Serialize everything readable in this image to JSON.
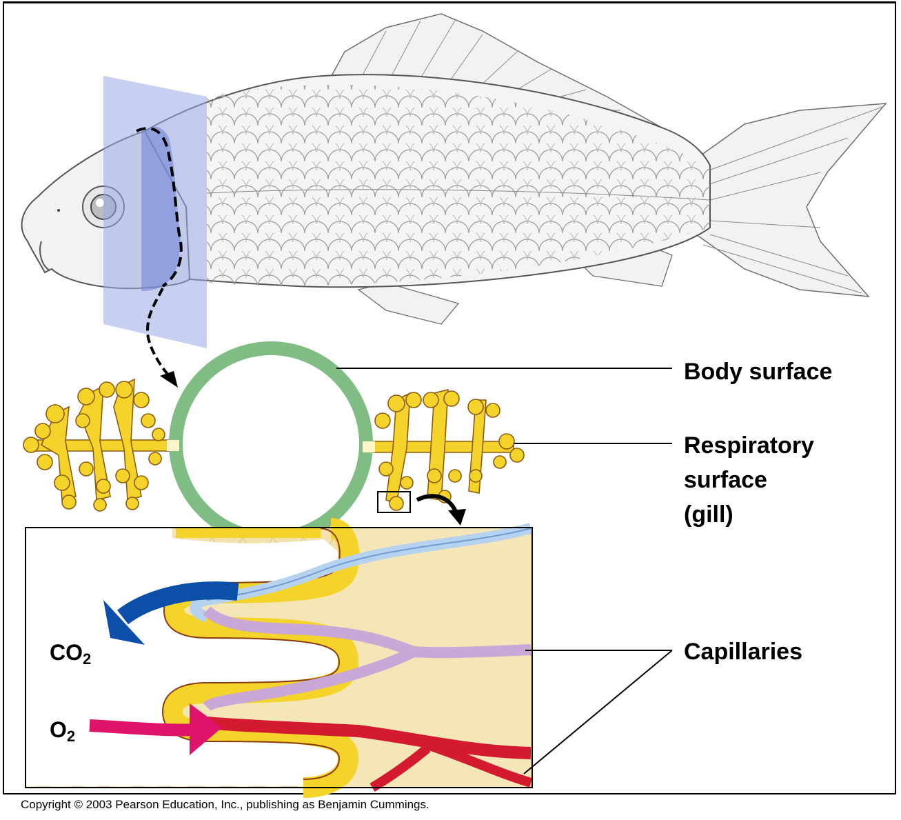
{
  "labels": {
    "body_surface": "Body surface",
    "respiratory_line1": "Respiratory",
    "respiratory_line2": "surface",
    "respiratory_line3": "(gill)",
    "capillaries": "Capillaries"
  },
  "chemicals": {
    "co2_base": "CO",
    "co2_sub": "2",
    "o2_base": "O",
    "o2_sub": "2"
  },
  "copyright": "Copyright © 2003 Pearson Education, Inc., publishing as Benjamin Cummings.",
  "colors": {
    "section_plane": "#7f95d8",
    "body_ring": "#7fbd84",
    "gill": "#f4d42a",
    "gill_edge": "#8a5a10",
    "tissue": "#f5e6b8",
    "co2_arrow": "#0b4fa8",
    "o2_arrow": "#e0136b",
    "vein": "#b7d2ee",
    "capillary": "#c9a7d6",
    "artery": "#d41a2f"
  }
}
